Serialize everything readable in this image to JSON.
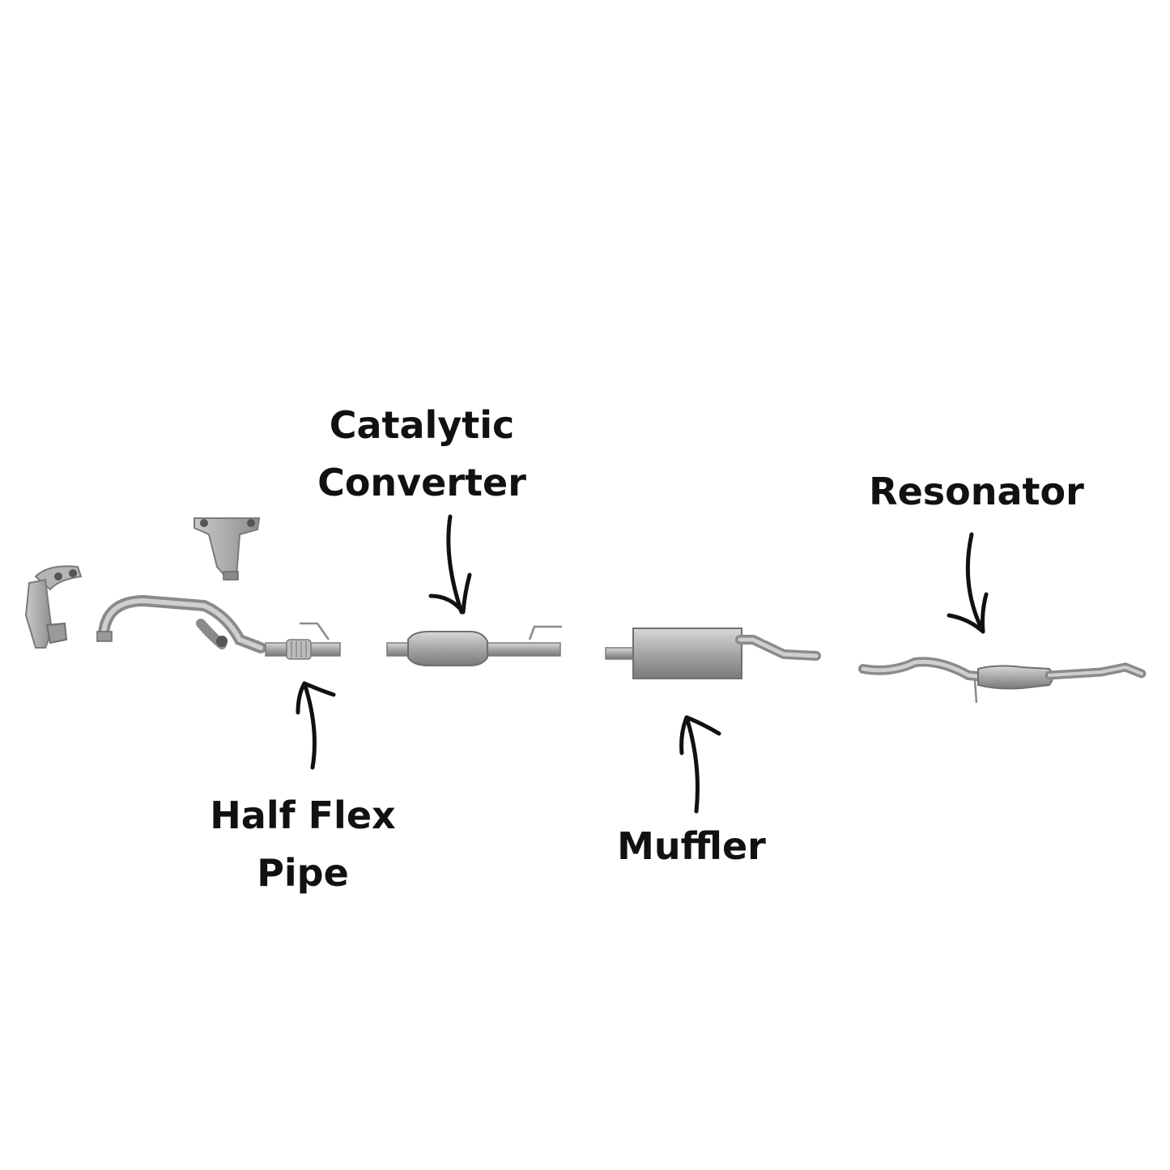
{
  "labels": {
    "catalytic_converter": {
      "line1": "Catalytic",
      "line2": "Converter"
    },
    "half_flex_pipe": {
      "line1": "Half Flex",
      "line2": "Pipe"
    },
    "muffler": {
      "line1": "Muffler"
    },
    "resonator": {
      "line1": "Resonator"
    }
  },
  "colors": {
    "background": "#ffffff",
    "text": "#111111",
    "arrow": "#111111",
    "metal": "#a9a9a9",
    "metal_dark": "#7d7d7d",
    "metal_light": "#d4d4d4"
  }
}
